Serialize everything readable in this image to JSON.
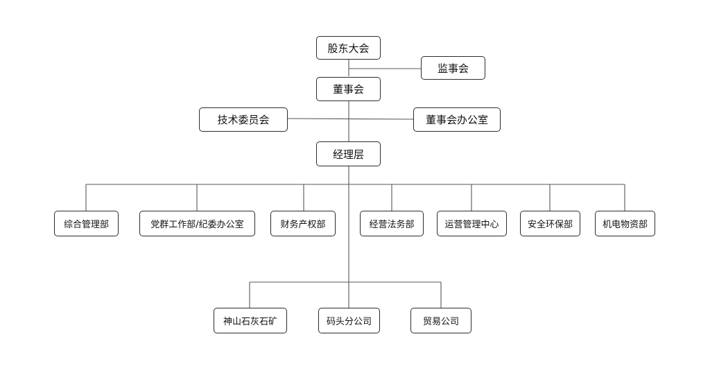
{
  "org_chart": {
    "shareholders": "股东大会",
    "supervisory": "监事会",
    "board": "董事会",
    "tech_committee": "技术委员会",
    "board_office": "董事会办公室",
    "management": "经理层",
    "departments": [
      "综合管理部",
      "党群工作部/纪委办公室",
      "财务产权部",
      "经营法务部",
      "运营管理中心",
      "安全环保部",
      "机电物资部"
    ],
    "subsidiaries": [
      "神山石灰石矿",
      "码头分公司",
      "贸易公司"
    ]
  }
}
